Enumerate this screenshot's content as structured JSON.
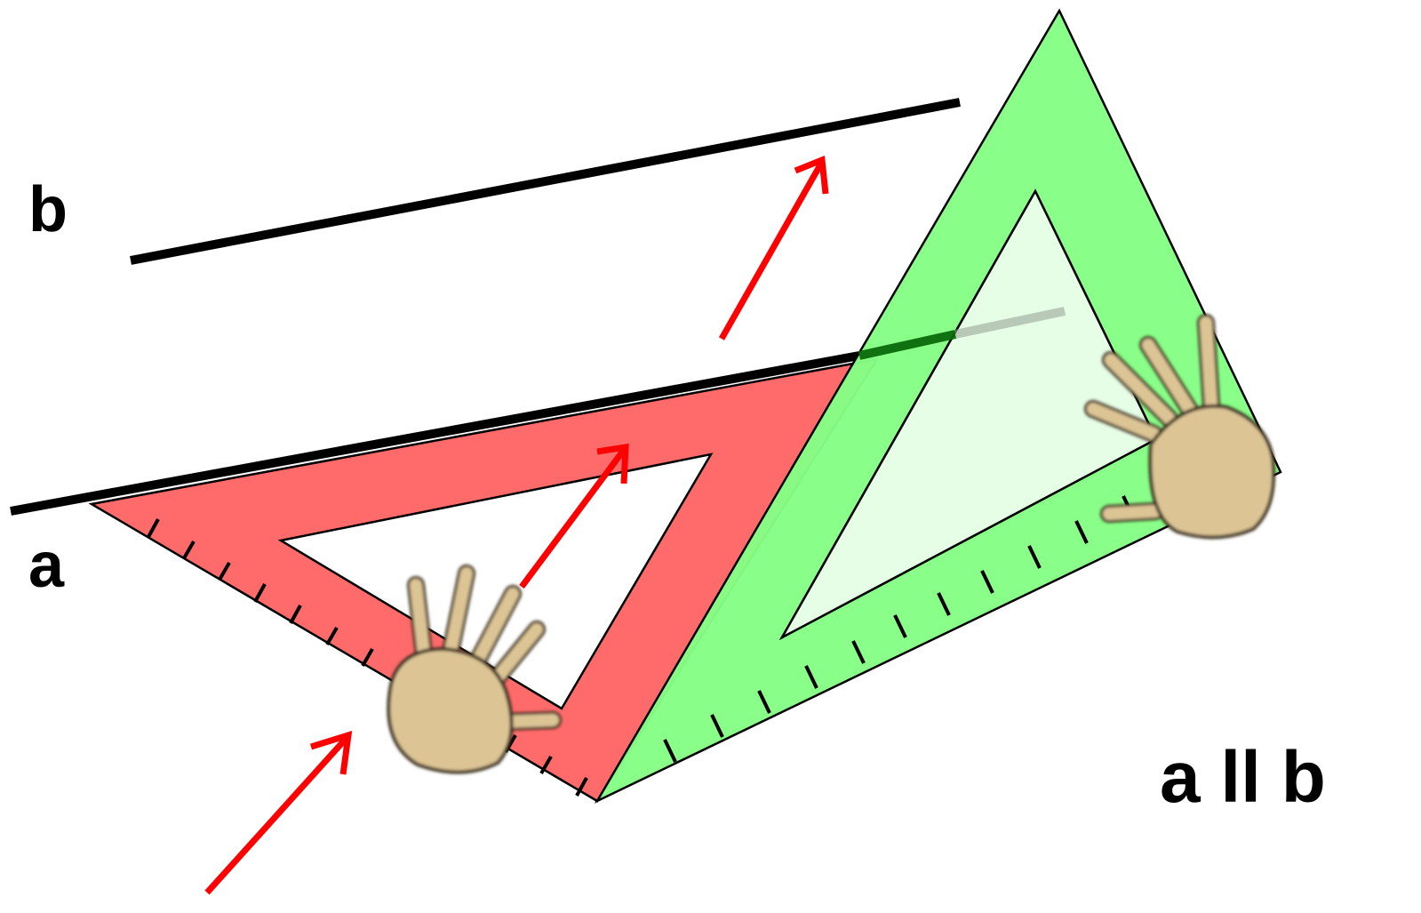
{
  "labels": {
    "line_a": "a",
    "line_b": "b",
    "statement": "a ll b"
  },
  "colors": {
    "background": "#ffffff",
    "line": "#000000",
    "red_triangle": "#ff6b6b",
    "green_triangle": "#85ff85",
    "green_hole": "#e2fde2",
    "arrow": "#ff0000",
    "hand_skin": "#dcc495"
  },
  "icons": [
    "hand-icon",
    "arrow-icon"
  ]
}
